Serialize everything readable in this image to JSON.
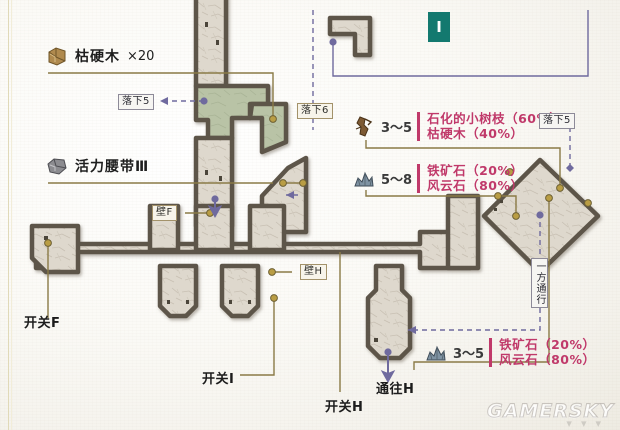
{
  "map": {
    "title_badge": "I",
    "watermark": "GAMERSKY",
    "colors": {
      "floor": "#ded8cd",
      "floor_moss": "#b9c3a6",
      "wall": "#5d5548",
      "annotation_brown": "#8a7a46",
      "annotation_purple": "#6f6a9e",
      "drop_text": "#c0396a",
      "badge_teal": "#13796f"
    }
  },
  "items": [
    {
      "icon": "wood-log-icon",
      "name": "枯硬木",
      "qty": "×20"
    },
    {
      "icon": "belt-icon",
      "name": "活力腰带Ⅲ",
      "qty": ""
    }
  ],
  "gather_nodes": [
    {
      "icon": "dead-branch-icon",
      "count": "3～5",
      "drops": [
        "石化的小树枝（60%）",
        "枯硬木（40%）"
      ]
    },
    {
      "icon": "ore-crystal-icon",
      "count": "5～8",
      "drops": [
        "铁矿石（20%）",
        "风云石（80%）"
      ]
    },
    {
      "icon": "ore-crystal-icon",
      "count": "3～5",
      "drops": [
        "铁矿石（20%）",
        "风云石（80%）"
      ]
    }
  ],
  "boxed_labels": [
    {
      "text": "落下5",
      "style": "purple"
    },
    {
      "text": "落下6",
      "style": "brown"
    },
    {
      "text": "落下5",
      "style": "purple"
    },
    {
      "text": "壁F",
      "style": "brown"
    },
    {
      "text": "壁H",
      "style": "brown"
    },
    {
      "text": "一方通行",
      "style": "purple-vertical"
    }
  ],
  "map_labels": [
    {
      "text": "开关F"
    },
    {
      "text": "开关I"
    },
    {
      "text": "开关H"
    },
    {
      "text": "通往H"
    }
  ]
}
